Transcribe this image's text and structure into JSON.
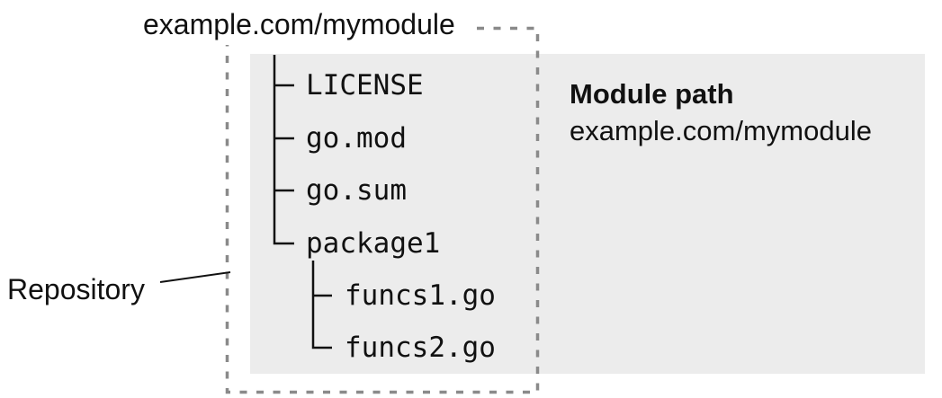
{
  "diagram": {
    "title_label": "example.com/mymodule",
    "repository_caption": "Repository",
    "module_path": {
      "title": "Module path",
      "value": "example.com/mymodule"
    },
    "tree": {
      "items": [
        "LICENSE",
        "go.mod",
        "go.sum",
        "package1"
      ],
      "package1_children": [
        "funcs1.go",
        "funcs2.go"
      ]
    },
    "colors": {
      "panel_background": "#ececec",
      "dotted_border": "#8a8a8a",
      "connector_line": "#111111",
      "text": "#111111"
    }
  }
}
